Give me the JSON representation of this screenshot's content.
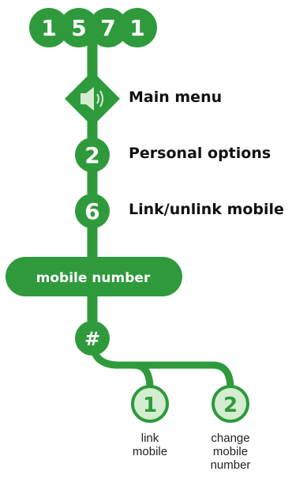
{
  "phone_number_digits": [
    "1",
    "5",
    "7",
    "1"
  ],
  "steps": [
    {
      "key": "speaker-icon",
      "label": "Main menu"
    },
    {
      "key": "2",
      "label": "Personal options"
    },
    {
      "key": "6",
      "label": "Link/unlink mobile"
    }
  ],
  "entry": {
    "label": "mobile number"
  },
  "confirm_key": "#",
  "options": [
    {
      "key": "1",
      "lines": [
        "link",
        "mobile"
      ]
    },
    {
      "key": "2",
      "lines": [
        "change",
        "mobile",
        "number"
      ]
    }
  ],
  "colors": {
    "primary": "#2e9a3c",
    "option_fill": "#d4ecd0",
    "text": "#111111"
  }
}
